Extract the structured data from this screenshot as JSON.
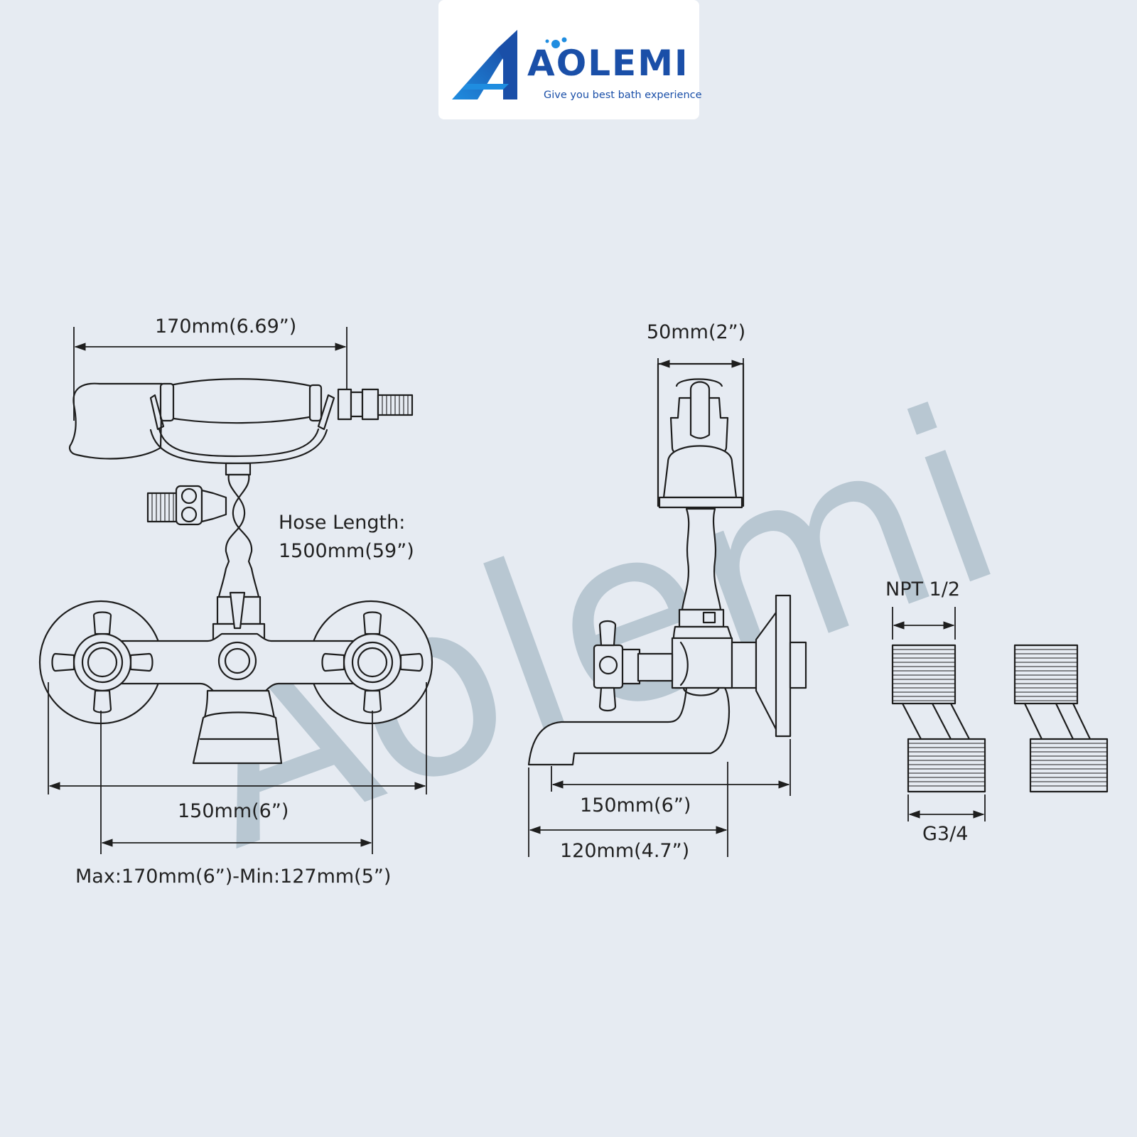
{
  "brand": {
    "name": "AOLEMI",
    "tagline": "Give you best bath experience",
    "colors": {
      "primary": "#1a4fa8",
      "accent": "#1f8de0"
    }
  },
  "watermark": {
    "text": "Aolemi",
    "color": "#b8c7d2"
  },
  "front_view": {
    "handshower_width_label": "170mm(6.69”)",
    "hose_length_label": "Hose Length:",
    "hose_length_value": "1500mm(59”)",
    "overall_width_label": "150mm(6”)",
    "center_distance_label": "Max:170mm(6”)-Min:127mm(5”)"
  },
  "side_view": {
    "holder_width_label": "50mm(2”)",
    "spout_projection_label": "150mm(6”)",
    "spout_length_label": "120mm(4.7”)"
  },
  "connectors": {
    "top_thread_label": "NPT 1/2",
    "bottom_thread_label": "G3/4"
  }
}
